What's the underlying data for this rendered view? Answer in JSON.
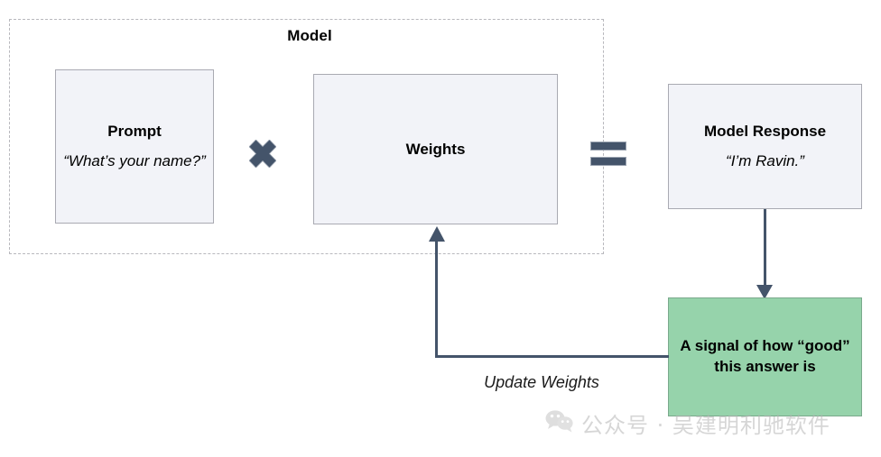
{
  "diagram": {
    "model_group": {
      "title": "Model"
    },
    "nodes": {
      "prompt": {
        "title": "Prompt",
        "subtitle": "“What’s your name?”"
      },
      "weights": {
        "title": "Weights"
      },
      "response": {
        "title": "Model Response",
        "subtitle": "“I’m Ravin.”"
      },
      "reward": {
        "text": "A signal of how “good” this answer is"
      }
    },
    "operators": {
      "multiply": "✕",
      "equals": "="
    },
    "edges": {
      "update_weights_label": "Update Weights"
    },
    "watermark": {
      "icon": "wechat-icon",
      "text": "公众号 · 吴建明利驰软件"
    },
    "colors": {
      "box_fill": "#f2f3f8",
      "box_border": "#a9aab2",
      "reward_fill": "#96d3ab",
      "reward_border": "#7aa98c",
      "connector": "#44546a",
      "frame_dash": "#b8b8bd",
      "watermark": "#b5b5b5"
    }
  }
}
